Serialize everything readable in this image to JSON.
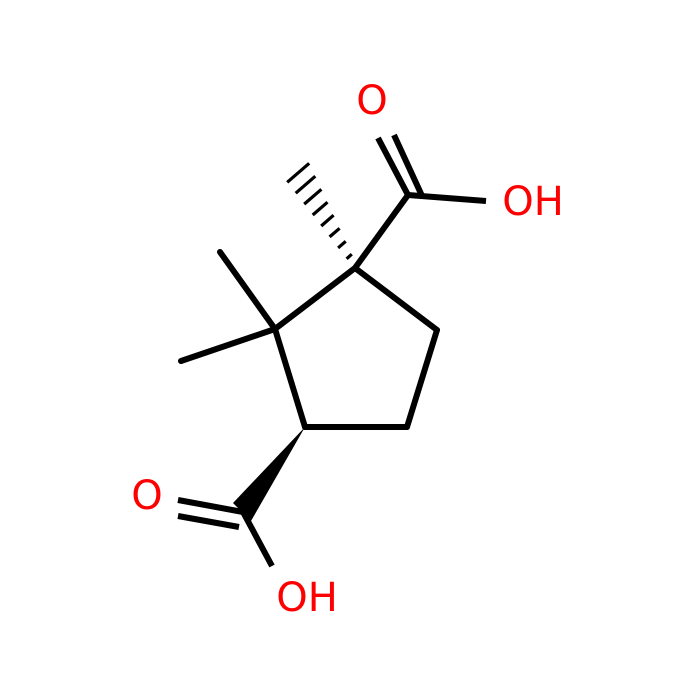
{
  "molecule": {
    "atom_color": "#ff0000",
    "bond_color": "#000000",
    "labels": {
      "top_carbonyl_o": "O",
      "top_hydroxyl": "OH",
      "bottom_carbonyl_o": "O",
      "bottom_hydroxyl": "OH"
    }
  }
}
